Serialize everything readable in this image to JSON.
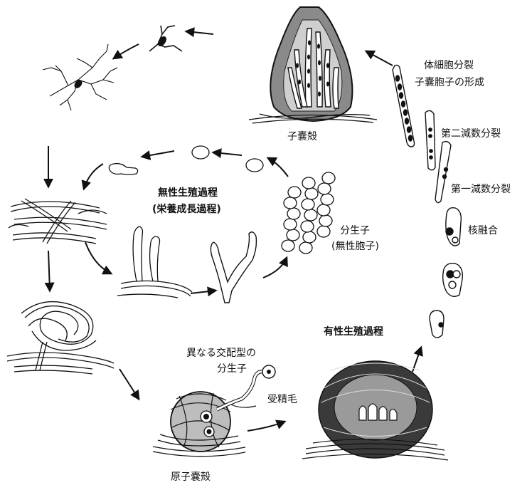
{
  "labels": {
    "ascocarp": "子嚢殻",
    "somatic_division": "体細胞分裂",
    "ascospore_formation": "子嚢胞子の形成",
    "meiosis_2": "第二減数分裂",
    "meiosis_1": "第一減数分裂",
    "karyogamy": "核融合",
    "sexual_process": "有性生殖過程",
    "asexual_process_1": "無性生殖過程",
    "asexual_process_2": "(栄養成長過程)",
    "conidia_1": "分生子",
    "conidia_2": "(無性胞子)",
    "other_mating_type_1": "異なる交配型の",
    "other_mating_type_2": "分生子",
    "trichogyne": "受精毛",
    "protoperithecium": "原子嚢殻"
  }
}
